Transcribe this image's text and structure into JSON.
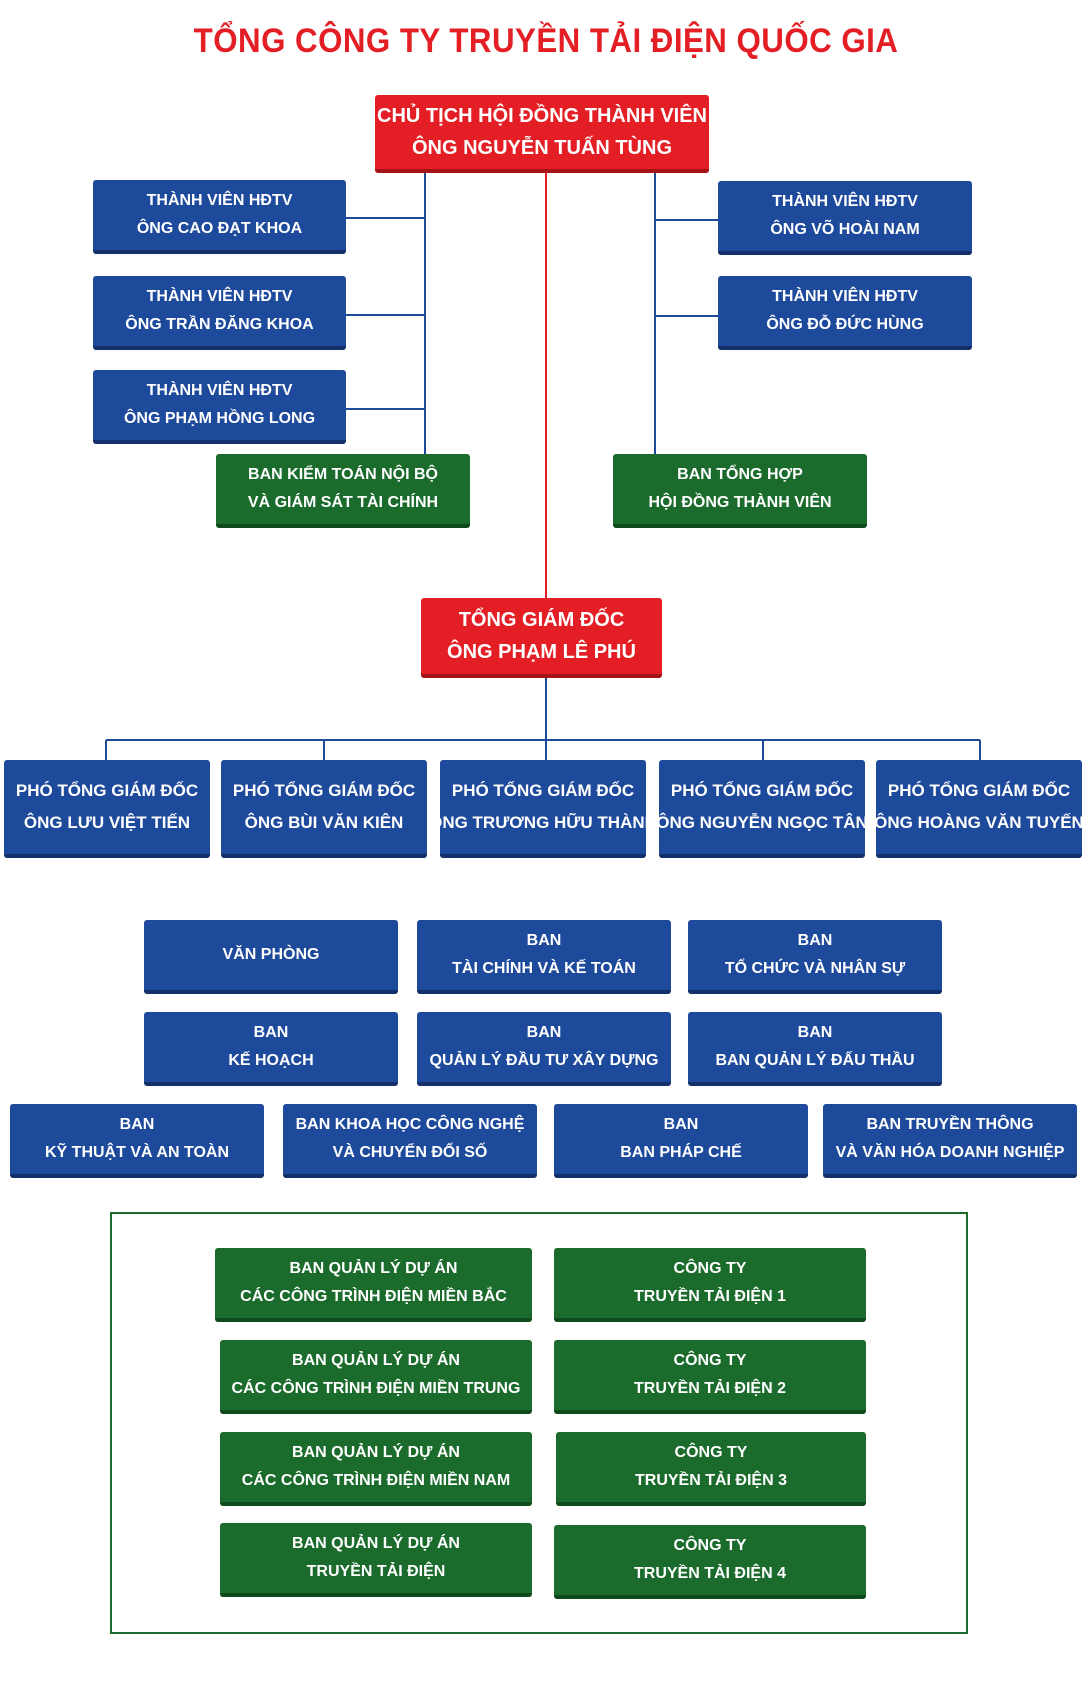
{
  "title": "TỔNG CÔNG TY TRUYỀN TẢI ĐIỆN QUỐC GIA",
  "colors": {
    "red": "#e31e24",
    "blue": "#1e4a9c",
    "green": "#1b6b2d",
    "line_blue": "#1e4a9c",
    "line_red": "#e31e24"
  },
  "chairman": {
    "line1": "CHỦ TỊCH HỘI ĐỒNG THÀNH VIÊN",
    "line2": "ÔNG NGUYỄN TUẤN TÙNG"
  },
  "board_left": [
    {
      "line1": "THÀNH VIÊN HĐTV",
      "line2": "ÔNG CAO ĐẠT KHOA"
    },
    {
      "line1": "THÀNH VIÊN HĐTV",
      "line2": "ÔNG TRẦN ĐĂNG KHOA"
    },
    {
      "line1": "THÀNH VIÊN HĐTV",
      "line2": "ÔNG PHẠM HỒNG LONG"
    }
  ],
  "board_right": [
    {
      "line1": "THÀNH VIÊN HĐTV",
      "line2": "ÔNG VÕ HOÀI NAM"
    },
    {
      "line1": "THÀNH VIÊN HĐTV",
      "line2": "ÔNG ĐỖ ĐỨC HÙNG"
    }
  ],
  "audit": {
    "line1": "BAN KIỂM TOÁN NỘI BỘ",
    "line2": "VÀ GIÁM SÁT TÀI CHÍNH"
  },
  "board_office": {
    "line1": "BAN TỔNG HỢP",
    "line2": "HỘI ĐỒNG THÀNH VIÊN"
  },
  "ceo": {
    "line1": "TỔNG GIÁM ĐỐC",
    "line2": "ÔNG PHẠM LÊ PHÚ"
  },
  "deputies": [
    {
      "line1": "PHÓ TỔNG GIÁM ĐỐC",
      "line2": "ÔNG LƯU VIỆT TIẾN"
    },
    {
      "line1": "PHÓ TỔNG GIÁM ĐỐC",
      "line2": "ÔNG BÙI VĂN KIÊN"
    },
    {
      "line1": "PHÓ TỔNG GIÁM ĐỐC",
      "line2": "ÔNG TRƯƠNG HỮU THÀNH"
    },
    {
      "line1": "PHÓ TỔNG GIÁM ĐỐC",
      "line2": "ÔNG  NGUYỄN NGỌC TÂN"
    },
    {
      "line1": "PHÓ TỔNG GIÁM ĐỐC",
      "line2": "ÔNG HOÀNG VĂN TUYẾN"
    }
  ],
  "departments": [
    {
      "line1": "VĂN PHÒNG",
      "line2": ""
    },
    {
      "line1": "BAN",
      "line2": "TÀI CHÍNH VÀ KẾ TOÁN"
    },
    {
      "line1": "BAN",
      "line2": "TỔ CHỨC VÀ NHÂN SỰ"
    },
    {
      "line1": "BAN",
      "line2": "KẾ HOẠCH"
    },
    {
      "line1": "BAN",
      "line2": "QUẢN LÝ ĐẦU TƯ XÂY DỰNG"
    },
    {
      "line1": "BAN",
      "line2": "BAN QUẢN LÝ ĐẤU THẦU"
    },
    {
      "line1": "BAN",
      "line2": "KỸ THUẬT VÀ AN TOÀN"
    },
    {
      "line1": "BAN KHOA HỌC CÔNG NGHỆ",
      "line2": "VÀ CHUYỂN ĐỔI SỐ"
    },
    {
      "line1": "BAN",
      "line2": "BAN PHÁP CHẾ"
    },
    {
      "line1": "BAN TRUYỀN THÔNG",
      "line2": "VÀ VĂN HÓA DOANH NGHIỆP"
    }
  ],
  "units_left": [
    {
      "line1": "BAN QUẢN LÝ DỰ ÁN",
      "line2": "CÁC CÔNG TRÌNH ĐIỆN MIỀN BẮC"
    },
    {
      "line1": "BAN QUẢN LÝ DỰ ÁN",
      "line2": "CÁC CÔNG TRÌNH ĐIỆN MIỀN TRUNG"
    },
    {
      "line1": "BAN QUẢN LÝ DỰ ÁN",
      "line2": "CÁC CÔNG TRÌNH ĐIỆN MIỀN NAM"
    },
    {
      "line1": "BAN QUẢN LÝ DỰ ÁN",
      "line2": "TRUYỀN TẢI ĐIỆN"
    }
  ],
  "units_right": [
    {
      "line1": "CÔNG TY",
      "line2": "TRUYỀN TẢI ĐIỆN 1"
    },
    {
      "line1": "CÔNG TY",
      "line2": "TRUYỀN TẢI ĐIỆN 2"
    },
    {
      "line1": "CÔNG TY",
      "line2": "TRUYỀN TẢI ĐIỆN 3"
    },
    {
      "line1": "CÔNG TY",
      "line2": "TRUYỀN TẢI ĐIỆN 4"
    }
  ]
}
